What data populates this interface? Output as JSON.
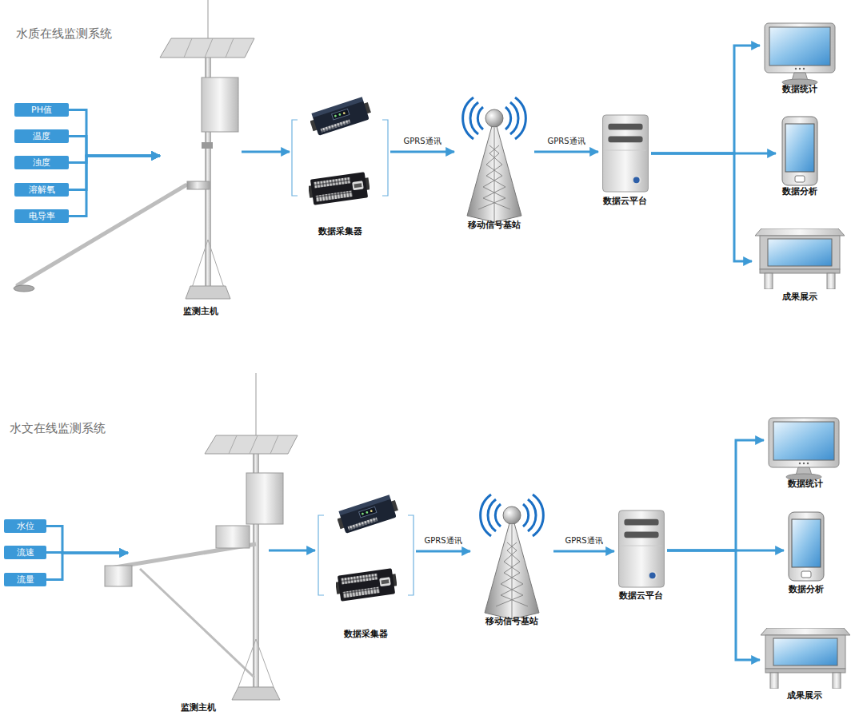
{
  "diagram": {
    "nodes": [
      {
        "text": [
          "PH值"
        ]
      },
      {
        "text": [
          "温度"
        ]
      },
      {
        "text": [
          "浊度"
        ]
      },
      {
        "text": [
          "溶解氧"
        ]
      },
      {
        "text": [
          "电导率"
        ]
      },
      {
        "text": [
          "监测主机"
        ]
      },
      {
        "text": [
          "数据采集器"
        ]
      },
      {
        "text": [
          "移动信号基站"
        ]
      },
      {
        "text": [
          "数据云平台"
        ]
      },
      {
        "text": [
          "数据统计"
        ]
      },
      {
        "text": [
          "数据分析"
        ]
      },
      {
        "text": [
          "成果展示"
        ]
      },
      {
        "text": [
          "水位"
        ]
      },
      {
        "text": [
          "流速"
        ]
      },
      {
        "text": [
          "流量"
        ]
      },
      {
        "text": [
          "监测主机"
        ]
      },
      {
        "text": [
          "数据采集器"
        ]
      },
      {
        "text": [
          "移动信号基站"
        ]
      },
      {
        "text": [
          "数据云平台"
        ]
      },
      {
        "text": [
          "数据统计"
        ]
      },
      {
        "text": [
          "数据分析"
        ]
      },
      {
        "text": [
          "成果展示"
        ]
      }
    ],
    "edges": [
      {
        "from": 0,
        "to": 5,
        "arrow": "to"
      },
      {
        "from": 1,
        "to": 5,
        "arrow": "to"
      },
      {
        "from": 2,
        "to": 5,
        "arrow": "to"
      },
      {
        "from": 3,
        "to": 5,
        "arrow": "to"
      },
      {
        "from": 4,
        "to": 5,
        "arrow": "to"
      },
      {
        "from": 5,
        "to": 6,
        "arrow": "to"
      },
      {
        "from": 6,
        "to": 7,
        "arrow": "to",
        "label": "GPRS通讯"
      },
      {
        "from": 7,
        "to": 8,
        "arrow": "to",
        "label": "GPRS通讯"
      },
      {
        "from": 8,
        "to": 9,
        "arrow": "to"
      },
      {
        "from": 8,
        "to": 10,
        "arrow": "to"
      },
      {
        "from": 8,
        "to": 11,
        "arrow": "to"
      },
      {
        "from": 12,
        "to": 15,
        "arrow": "to"
      },
      {
        "from": 13,
        "to": 15,
        "arrow": "to"
      },
      {
        "from": 14,
        "to": 15,
        "arrow": "to"
      },
      {
        "from": 15,
        "to": 16,
        "arrow": "to"
      },
      {
        "from": 16,
        "to": 17,
        "arrow": "to",
        "label": "GPRS通讯"
      },
      {
        "from": 17,
        "to": 18,
        "arrow": "to",
        "label": "GPRS通讯"
      },
      {
        "from": 18,
        "to": 19,
        "arrow": "to"
      },
      {
        "from": 18,
        "to": 20,
        "arrow": "to"
      },
      {
        "from": 18,
        "to": 21,
        "arrow": "to"
      }
    ],
    "labels": [
      "水质在线监测系统",
      "水文在线监测系统"
    ]
  }
}
